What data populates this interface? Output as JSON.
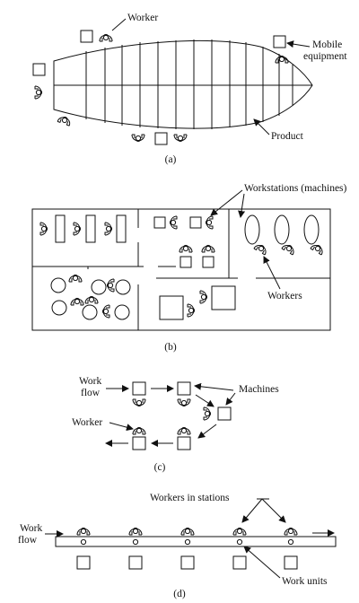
{
  "panel_a": {
    "caption": "(a)",
    "labels": {
      "worker": "Worker",
      "mobile_equipment_line1": "Mobile",
      "mobile_equipment_line2": "equipment",
      "product": "Product"
    }
  },
  "panel_b": {
    "caption": "(b)",
    "labels": {
      "workstations": "Workstations (machines)",
      "workers": "Workers"
    }
  },
  "panel_c": {
    "caption": "(c)",
    "labels": {
      "work_flow_line1": "Work",
      "work_flow_line2": "flow",
      "machines": "Machines",
      "worker": "Worker"
    }
  },
  "panel_d": {
    "caption": "(d)",
    "labels": {
      "workers_in_stations": "Workers in stations",
      "work_flow_line1": "Work",
      "work_flow_line2": "flow",
      "work_units": "Work units"
    }
  }
}
